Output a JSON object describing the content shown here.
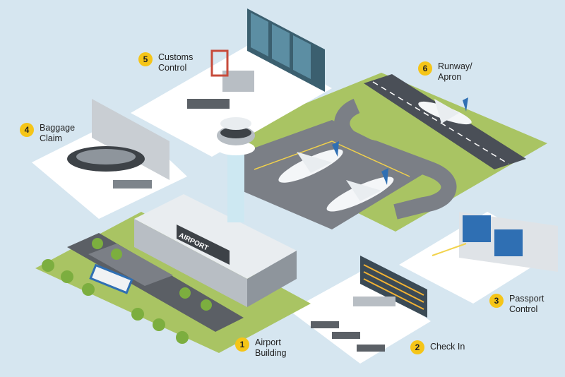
{
  "sign": {
    "airport": "AIRPORT"
  },
  "labels": [
    {
      "number": "1",
      "lines": [
        "Airport",
        "Building"
      ]
    },
    {
      "number": "2",
      "lines": [
        "Check In"
      ]
    },
    {
      "number": "3",
      "lines": [
        "Passport",
        "Control"
      ]
    },
    {
      "number": "4",
      "lines": [
        "Baggage",
        "Claim"
      ]
    },
    {
      "number": "5",
      "lines": [
        "Customs",
        "Control"
      ]
    },
    {
      "number": "6",
      "lines": [
        "Runway/",
        "Apron"
      ]
    }
  ],
  "colors": {
    "background": "#d6e6f0",
    "badge": "#f5c518",
    "grass": "#a9c463",
    "tarmac": "#7b7f86",
    "floor": "#ffffff"
  }
}
